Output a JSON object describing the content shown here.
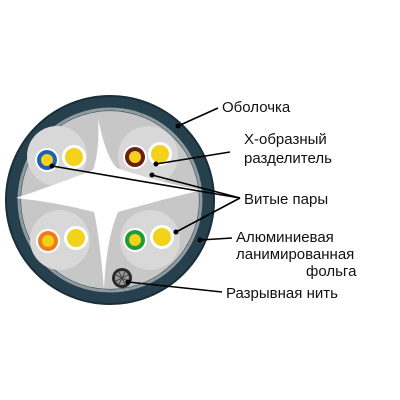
{
  "labels": {
    "sheath": "Оболочка",
    "separator_line1": "X-образный",
    "separator_line2": "разделитель",
    "twisted_pairs": "Витые пары",
    "foil_line1": "Алюминиевая",
    "foil_line2": "ланимированная",
    "foil_line3": "фольга",
    "rip_cord": "Разрывная нить"
  },
  "colors": {
    "jacket": "#26404e",
    "jacket_edge": "#1a2e39",
    "foil": "#8f9aa0",
    "core_background": "#c7c7c7",
    "separator": "#ffffff",
    "pair_area": "#d8d8d8",
    "insulation": "#ffffff",
    "blue_wire": "#1f5fb8",
    "brown_wire": "#6b1f12",
    "orange_wire": "#f07a1e",
    "green_wire": "#1e9a3a",
    "mate_wire": "#f2d21a",
    "pointer": "#000000"
  },
  "pairs": [
    {
      "name": "blue-pair",
      "color_key": "blue_wire"
    },
    {
      "name": "brown-pair",
      "color_key": "brown_wire"
    },
    {
      "name": "orange-pair",
      "color_key": "orange_wire"
    },
    {
      "name": "green-pair",
      "color_key": "green_wire"
    }
  ]
}
